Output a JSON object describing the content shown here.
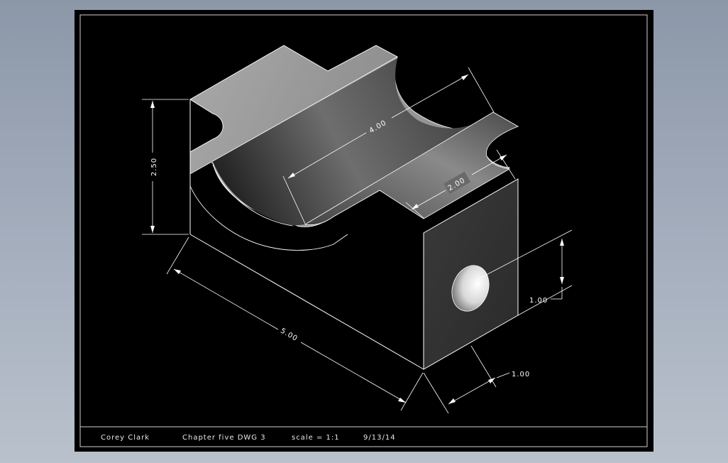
{
  "dimensions": {
    "length": "5.00",
    "height": "2.50",
    "depth": "4.00",
    "slot_width": "2.00",
    "hole_offset": "1.00",
    "end_width": "1.00"
  },
  "title_block": {
    "author": "Corey Clark",
    "drawing": "Chapter five DWG 3",
    "scale": "scale = 1:1",
    "date": "9/13/14"
  },
  "colors": {
    "page_background_top": "#8c97a8",
    "page_background_bottom": "#b9c1cc",
    "sheet": "#000000",
    "lines": "#ffffff"
  }
}
